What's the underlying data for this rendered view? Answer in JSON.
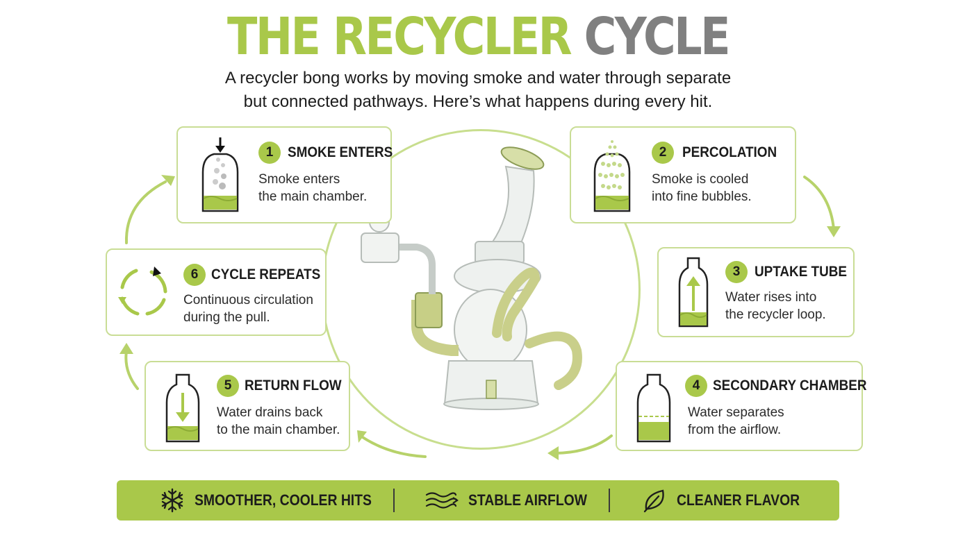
{
  "title": {
    "part1": "THE RECYCLER",
    "part2": "CYCLE"
  },
  "subtitle": {
    "line1": "A recycler bong works by moving smoke and water through separate",
    "line2": "but connected pathways. Here’s what happens during every hit."
  },
  "steps": [
    {
      "number": "1",
      "title": "SMOKE ENTERS",
      "desc1": "Smoke enters",
      "desc2": "the main chamber.",
      "icon": "chamber-smoke-down-icon"
    },
    {
      "number": "2",
      "title": "PERCOLATION",
      "desc1": "Smoke is cooled",
      "desc2": "into fine bubbles.",
      "icon": "chamber-bubbles-icon"
    },
    {
      "number": "3",
      "title": "UPTAKE TUBE",
      "desc1": "Water rises into",
      "desc2": "the recycler loop.",
      "icon": "bottle-arrow-up-icon"
    },
    {
      "number": "4",
      "title": "SECONDARY CHAMBER",
      "desc1": "Water separates",
      "desc2": "from the airflow.",
      "icon": "chamber-water-line-icon"
    },
    {
      "number": "5",
      "title": "RETURN FLOW",
      "desc1": "Water drains back",
      "desc2": "to the main chamber.",
      "icon": "chamber-arrow-down-icon"
    },
    {
      "number": "6",
      "title": "CYCLE REPEATS",
      "desc1": "Continuous circulation",
      "desc2": "during the pull.",
      "icon": "cycle-arrows-icon"
    }
  ],
  "benefits": [
    {
      "label": "SMOOTHER, COOLER HITS",
      "icon": "snowflake-icon"
    },
    {
      "label": "STABLE AIRFLOW",
      "icon": "airflow-waves-icon"
    },
    {
      "label": "CLEANER FLAVOR",
      "icon": "leaf-icon"
    }
  ],
  "colors": {
    "accent": "#a9c84a",
    "accent_light": "#c9dd95",
    "title_gray": "#808080",
    "text": "#1c1c1c"
  }
}
